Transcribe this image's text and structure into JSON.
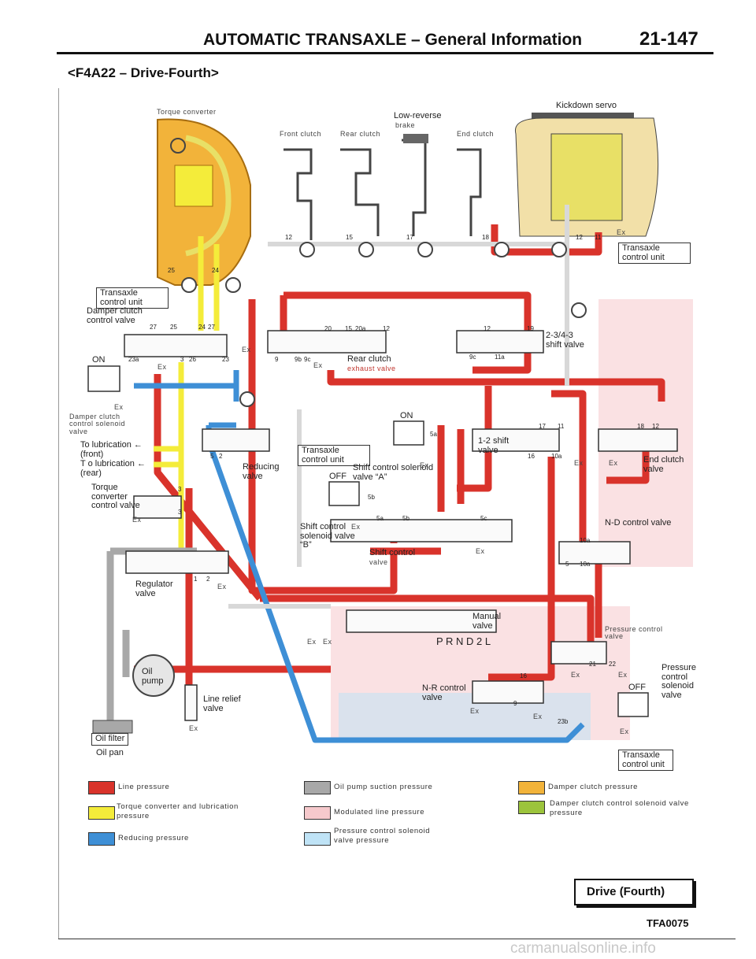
{
  "header": {
    "title": "AUTOMATIC TRANSAXLE – General Information",
    "page_number": "21-147",
    "subtitle": "<F4A22 – Drive-Fourth>"
  },
  "components": {
    "torque_converter": "Torque converter",
    "front_clutch": "Front clutch",
    "rear_clutch": "Rear clutch",
    "low_reverse_brake_1": "Low-reverse",
    "low_reverse_brake_2": "brake",
    "end_clutch": "End clutch",
    "kickdown_servo": "Kickdown servo",
    "tcu_1": "Transaxle control unit",
    "tcu_2": "Transaxle control unit",
    "tcu_3": "Transaxle control unit",
    "tcu_4": "Transaxle control unit",
    "damper_clutch_control_valve": "Damper clutch control valve",
    "damper_clutch_control_solenoid_valve": "Damper clutch control solenoid valve",
    "to_lubrication_front": "To lubrication ← (front)",
    "to_lubrication_rear": "T o lubrication ← (rear)",
    "torque_converter_control_valve": "Torque converter control valve",
    "reducing_valve": "Reducing valve",
    "regulator_valve": "Regulator valve",
    "oil_pump": "Oil pump",
    "line_relief_valve": "Line relief valve",
    "oil_filter": "Oil filter",
    "oil_pan": "Oil pan",
    "rear_clutch_exhaust_valve_1": "Rear clutch",
    "rear_clutch_exhaust_valve_2": "exhaust valve",
    "shift_valve_234_3": "2-3/4-3 shift valve",
    "shift_valve_1_2": "1-2 shift valve",
    "end_clutch_valve": "End clutch valve",
    "shift_solenoid_a": "Shift control solenoid valve “A”",
    "shift_solenoid_b": "Shift control solenoid valve “B”",
    "shift_control_valve_1": "Shift control",
    "shift_control_valve_2": "valve",
    "nd_control_valve": "N-D control valve",
    "manual_valve": "Manual valve",
    "prnd2l": "P R N D 2 L",
    "nr_control_valve": "N-R control valve",
    "pressure_control_valve": "Pressure control valve",
    "pressure_control_solenoid_valve": "Pressure control solenoid valve"
  },
  "states": {
    "on": "ON",
    "off": "OFF",
    "ex": "Ex"
  },
  "ports": [
    "12",
    "15",
    "17",
    "18",
    "12",
    "11",
    "25",
    "24",
    "27",
    "25",
    "24",
    "27",
    "23",
    "23a",
    "3",
    "26",
    "20",
    "15",
    "20a",
    "12",
    "9b",
    "9c",
    "9",
    "12",
    "19",
    "9c",
    "11a",
    "17",
    "11",
    "18",
    "12",
    "16",
    "10a",
    "5",
    "2",
    "3",
    "3",
    "1",
    "2",
    "5a",
    "5b",
    "5a",
    "5b",
    "5c",
    "10a",
    "5",
    "10a",
    "16",
    "9",
    "21",
    "22",
    "23b"
  ],
  "legend": [
    {
      "label": "Line pressure",
      "color": "#d9332b"
    },
    {
      "label": "Torque converter and lubrication pressure",
      "color": "#f4ec3a"
    },
    {
      "label": "Reducing pressure",
      "color": "#3e8fd6"
    },
    {
      "label": "Oil pump suction pressure",
      "color": "#a8a8a8"
    },
    {
      "label": "Modulated line pressure",
      "color": "#f6c9cc"
    },
    {
      "label": "Pressure control solenoid valve pressure",
      "color": "#bfe3f6"
    },
    {
      "label": "Damper clutch pressure",
      "color": "#f2b33a"
    },
    {
      "label": "Damper clutch control solenoid valve pressure",
      "color": "#9cc43c"
    }
  ],
  "footer": {
    "mode": "Drive (Fourth)",
    "figure_code": "TFA0075",
    "watermark": "carmanualsonline.info"
  }
}
